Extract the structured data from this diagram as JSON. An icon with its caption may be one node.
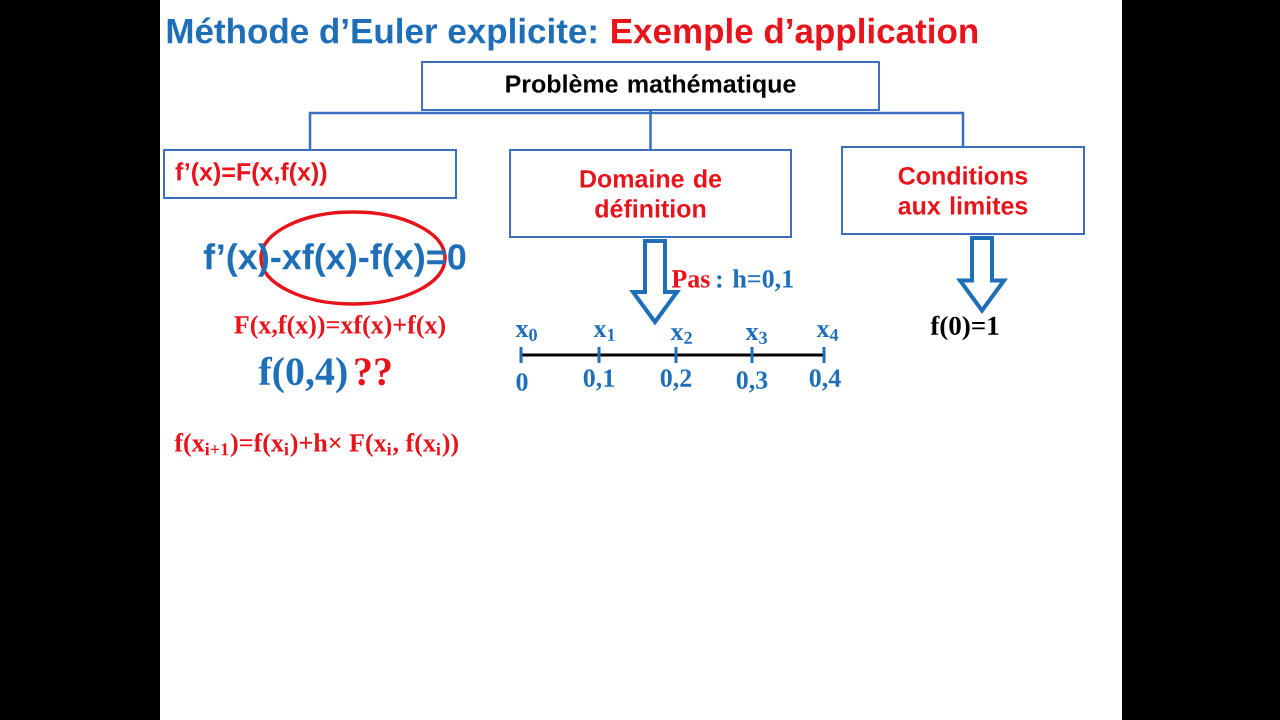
{
  "diagram": {
    "title": "Méthode d’Euler explicite:",
    "nodes": [
      {
        "text": [
          "Problème mathématique"
        ]
      },
      {
        "text": [
          "f’(x)=F(x,f(x))"
        ]
      },
      {
        "text": [
          "Domaine de définition"
        ]
      },
      {
        "text": [
          "Conditions aux limites"
        ]
      },
      {
        "text": [
          "f(0)=1"
        ]
      }
    ],
    "edges": [
      {
        "from": 0,
        "to": 1,
        "arrow": "none"
      },
      {
        "from": 0,
        "to": 2,
        "arrow": "none"
      },
      {
        "from": 0,
        "to": 3,
        "arrow": "none"
      },
      {
        "from": 2,
        "to": null,
        "arrow": "to"
      },
      {
        "from": 3,
        "to": 4,
        "arrow": "to"
      }
    ],
    "labels": [
      "Exemple d’application",
      "f’(x)-xf(x)-f(x)=0",
      "F(x,f(x))=xf(x)+f(x)",
      "f(0,4)",
      "??",
      "f(x$_{i+1}$)=f(x$_{i}$)+h× F(x$_{i}$, f(x$_{i}$))",
      "Pas",
      ": h=0,1",
      "x$_{0}$",
      "x$_{1}$",
      "x$_{2}$",
      "x$_{3}$",
      "x$_{4}$",
      "0",
      "0,1",
      "0,2",
      "0,3",
      "0,4"
    ]
  }
}
